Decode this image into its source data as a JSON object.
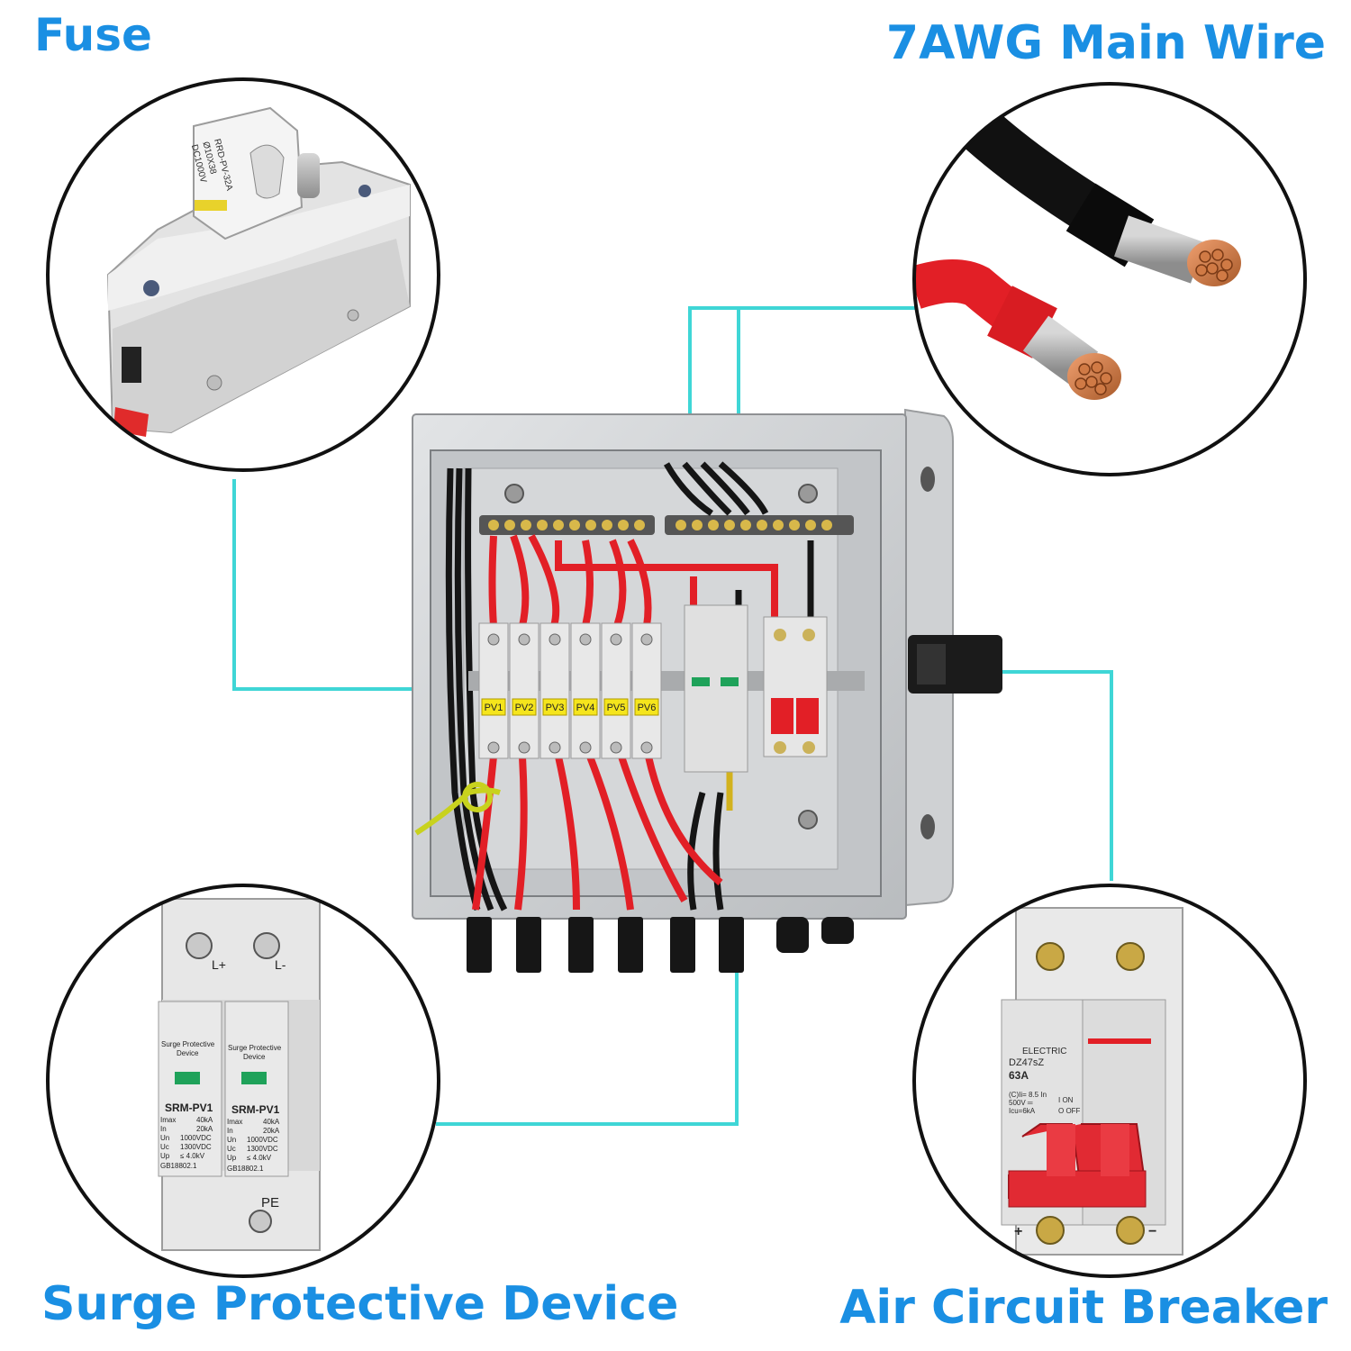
{
  "callouts": {
    "fuse": "Fuse",
    "main_wire": "7AWG Main Wire",
    "surge_protective_device": "Surge Protective Device",
    "air_circuit_breaker": "Air Circuit Breaker"
  },
  "fuse_detail": {
    "line1": "RRD-PV-32A",
    "line2": "Ø10X38",
    "line3": "DC1000V"
  },
  "spd_detail": {
    "terminal_pos": "L+",
    "terminal_neg": "L-",
    "pe": "PE",
    "modules": [
      {
        "name": "Surge Protective",
        "name2": "Device",
        "model": "SRM-PV1",
        "imax": "Imax",
        "imax_val": "40kA",
        "in": "In",
        "in_val": "20kA",
        "un": "Un",
        "un_val": "1000VDC",
        "uc": "Uc",
        "uc_val": "1300VDC",
        "up": "Up",
        "up_val": "≤ 4.0kV",
        "std": "GB18802.1"
      },
      {
        "name": "Surge Protective",
        "name2": "Device",
        "model": "SRM-PV1",
        "imax": "Imax",
        "imax_val": "40kA",
        "in": "In",
        "in_val": "20kA",
        "un": "Un",
        "un_val": "1000VDC",
        "uc": "Uc",
        "uc_val": "1300VDC",
        "up": "Up",
        "up_val": "≤ 4.0kV",
        "std": "GB18802.1"
      }
    ]
  },
  "breaker_detail": {
    "brand": "ELECTRIC",
    "model": "DZ47sZ",
    "rating": "63A",
    "spec1": "(C)Ii= 8.5 In",
    "spec2": "500V ═",
    "spec3": "Icu=6kA",
    "on": "I ON",
    "off": "O OFF",
    "plus": "+",
    "minus": "−"
  },
  "box_labels": [
    "PV1",
    "PV2",
    "PV3",
    "PV4",
    "PV5",
    "PV6"
  ],
  "colors": {
    "accent_text": "#1a8fe3",
    "leader_line": "#3fd6d6",
    "wire_red": "#e21f26",
    "wire_black": "#151515",
    "label_yellow": "#f5e51c"
  }
}
